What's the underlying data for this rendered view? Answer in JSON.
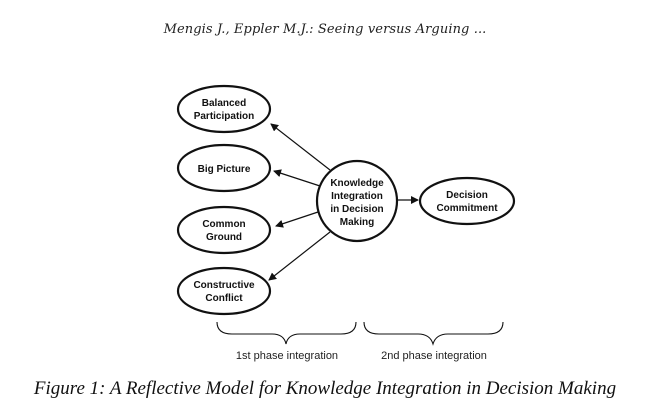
{
  "header": {
    "text": "Mengis J., Eppler M.J.: Seeing versus Arguing ..."
  },
  "nodes": {
    "balanced_participation": [
      "Balanced",
      "Participation"
    ],
    "big_picture": [
      "Big Picture"
    ],
    "common_ground": [
      "Common",
      "Ground"
    ],
    "constructive_conflict": [
      "Constructive",
      "Conflict"
    ],
    "knowledge_integration": [
      "Knowledge",
      "Integration",
      "in Decision",
      "Making"
    ],
    "decision_commitment": [
      "Decision",
      "Commitment"
    ]
  },
  "phases": {
    "first": "1st phase integration",
    "second": "2nd phase integration"
  },
  "caption": {
    "text": "Figure 1: A Reflective Model for Knowledge Integration in Decision Making"
  }
}
